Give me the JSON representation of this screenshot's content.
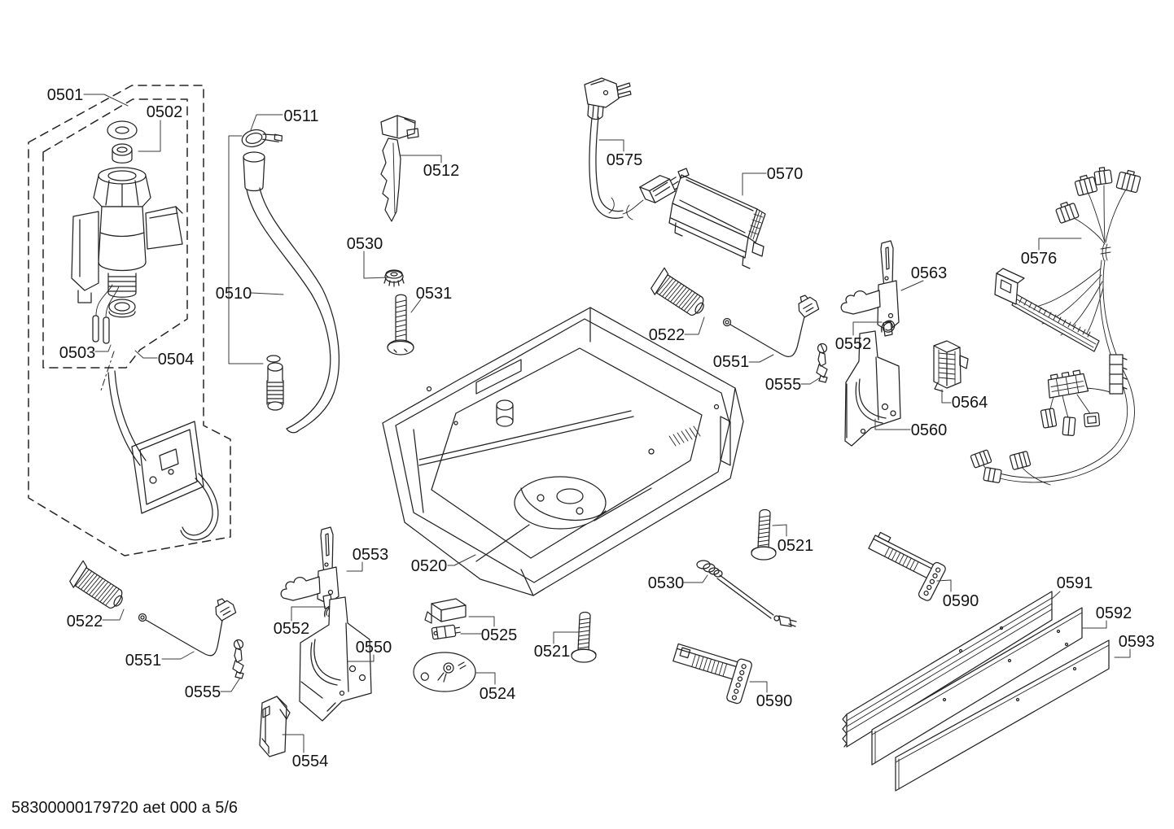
{
  "diagram": {
    "title_hidden": "",
    "footer": "58300000179720 aet 000 a 5/6",
    "labels": [
      "0501",
      "0502",
      "0503",
      "0504",
      "0511",
      "0512",
      "0510",
      "0530",
      "0531",
      "0575",
      "0570",
      "0522",
      "0551",
      "0555",
      "0563",
      "0552",
      "0564",
      "0560",
      "0576",
      "0520",
      "0553",
      "0552",
      "0550",
      "0554",
      "0522",
      "0551",
      "0555",
      "0525",
      "0521",
      "0524",
      "0530",
      "0521",
      "0590",
      "0591",
      "0592",
      "0593",
      "0590"
    ],
    "colors": {
      "line": "#232323",
      "background": "#ffffff"
    }
  }
}
